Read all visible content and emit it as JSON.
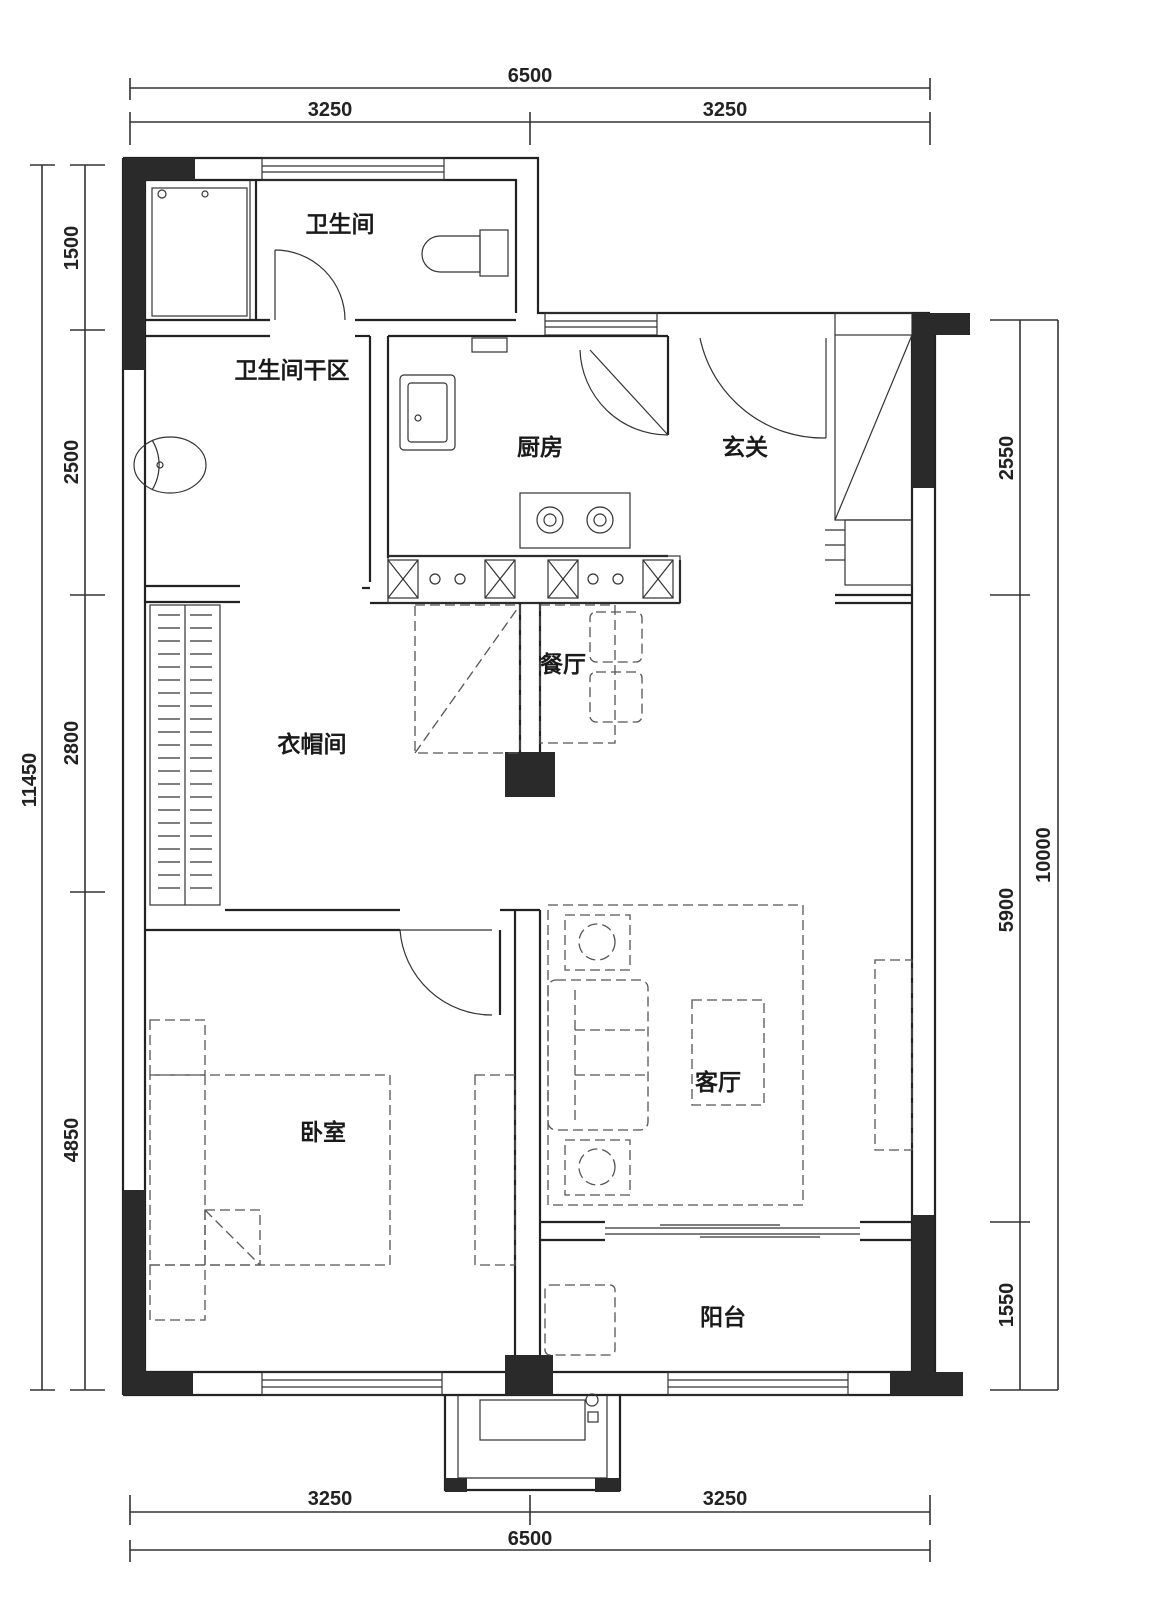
{
  "dimensions": {
    "top_total": "6500",
    "top_left": "3250",
    "top_right": "3250",
    "bottom_left": "3250",
    "bottom_right": "3250",
    "bottom_total": "6500",
    "left_total": "11450",
    "left_1": "1500",
    "left_2": "2500",
    "left_3": "2800",
    "left_4": "4850",
    "right_total": "10000",
    "right_1": "2550",
    "right_2": "5900",
    "right_3": "1550"
  },
  "rooms": {
    "bathroom": "卫生间",
    "bathroom_dry": "卫生间干区",
    "kitchen": "厨房",
    "entrance": "玄关",
    "dining": "餐厅",
    "cloakroom": "衣帽间",
    "bedroom": "卧室",
    "living": "客厅",
    "balcony": "阳台"
  }
}
